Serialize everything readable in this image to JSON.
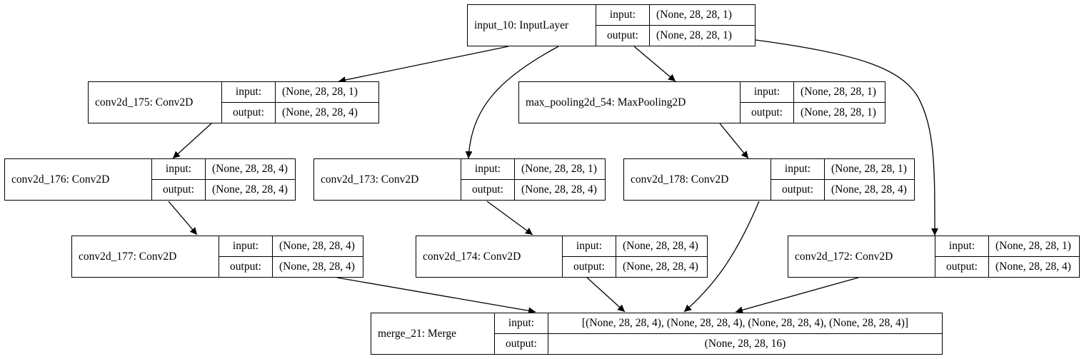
{
  "nodes": [
    {
      "id": "input_10",
      "name": "input_10: InputLayer",
      "in_label": "input:",
      "out_label": "output:",
      "input": "(None, 28, 28, 1)",
      "output": "(None, 28, 28, 1)"
    },
    {
      "id": "conv2d_175",
      "name": "conv2d_175: Conv2D",
      "in_label": "input:",
      "out_label": "output:",
      "input": "(None, 28, 28, 1)",
      "output": "(None, 28, 28, 4)"
    },
    {
      "id": "max_pooling2d_54",
      "name": "max_pooling2d_54: MaxPooling2D",
      "in_label": "input:",
      "out_label": "output:",
      "input": "(None, 28, 28, 1)",
      "output": "(None, 28, 28, 1)"
    },
    {
      "id": "conv2d_176",
      "name": "conv2d_176: Conv2D",
      "in_label": "input:",
      "out_label": "output:",
      "input": "(None, 28, 28, 4)",
      "output": "(None, 28, 28, 4)"
    },
    {
      "id": "conv2d_173",
      "name": "conv2d_173: Conv2D",
      "in_label": "input:",
      "out_label": "output:",
      "input": "(None, 28, 28, 1)",
      "output": "(None, 28, 28, 4)"
    },
    {
      "id": "conv2d_178",
      "name": "conv2d_178: Conv2D",
      "in_label": "input:",
      "out_label": "output:",
      "input": "(None, 28, 28, 1)",
      "output": "(None, 28, 28, 4)"
    },
    {
      "id": "conv2d_177",
      "name": "conv2d_177: Conv2D",
      "in_label": "input:",
      "out_label": "output:",
      "input": "(None, 28, 28, 4)",
      "output": "(None, 28, 28, 4)"
    },
    {
      "id": "conv2d_174",
      "name": "conv2d_174: Conv2D",
      "in_label": "input:",
      "out_label": "output:",
      "input": "(None, 28, 28, 4)",
      "output": "(None, 28, 28, 4)"
    },
    {
      "id": "conv2d_172",
      "name": "conv2d_172: Conv2D",
      "in_label": "input:",
      "out_label": "output:",
      "input": "(None, 28, 28, 1)",
      "output": "(None, 28, 28, 4)"
    },
    {
      "id": "merge_21",
      "name": "merge_21: Merge",
      "in_label": "input:",
      "out_label": "output:",
      "input": "[(None, 28, 28, 4), (None, 28, 28, 4), (None, 28, 28, 4), (None, 28, 28, 4)]",
      "output": "(None, 28, 28, 16)"
    }
  ],
  "edges": [
    {
      "from": "input_10",
      "to": "conv2d_175"
    },
    {
      "from": "input_10",
      "to": "conv2d_173"
    },
    {
      "from": "input_10",
      "to": "max_pooling2d_54"
    },
    {
      "from": "input_10",
      "to": "conv2d_172"
    },
    {
      "from": "conv2d_175",
      "to": "conv2d_176"
    },
    {
      "from": "conv2d_176",
      "to": "conv2d_177"
    },
    {
      "from": "conv2d_173",
      "to": "conv2d_174"
    },
    {
      "from": "max_pooling2d_54",
      "to": "conv2d_178"
    },
    {
      "from": "conv2d_177",
      "to": "merge_21"
    },
    {
      "from": "conv2d_174",
      "to": "merge_21"
    },
    {
      "from": "conv2d_178",
      "to": "merge_21"
    },
    {
      "from": "conv2d_172",
      "to": "merge_21"
    }
  ]
}
